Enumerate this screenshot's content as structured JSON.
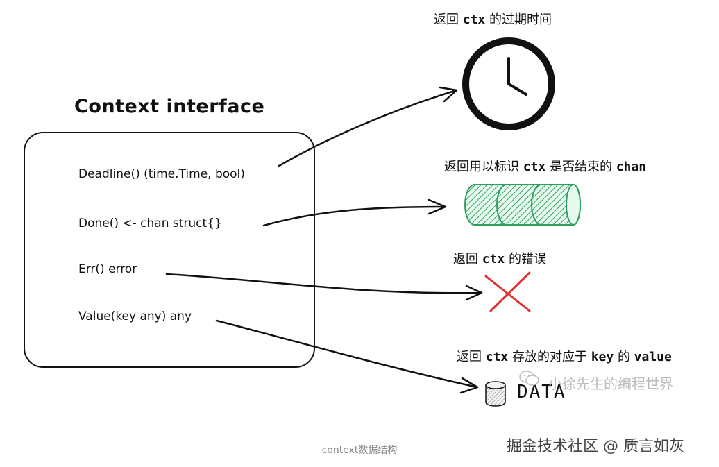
{
  "interface": {
    "title": "Context interface",
    "methods": [
      "Deadline()  (time.Time, bool)",
      "Done() <- chan struct{}",
      "Err() error",
      "Value(key any) any"
    ]
  },
  "returns": [
    {
      "prefix": "返回 ",
      "code": "ctx",
      "suffix": " 的过期时间"
    },
    {
      "prefix": "返回用以标识 ",
      "code": "ctx",
      "suffix": " 是否结束的 ",
      "code2": "chan"
    },
    {
      "prefix": "返回 ",
      "code": "ctx",
      "suffix": " 的错误"
    },
    {
      "prefix": "返回 ",
      "code": "ctx",
      "suffix": " 存放的对应于 ",
      "code2": "key",
      "suffix2": " 的 ",
      "code3": "value"
    }
  ],
  "data_label": "DATA",
  "caption": "context数据结构",
  "watermark": {
    "channel": "小徐先生的编程世界",
    "site": "掘金技术社区 @ 质言如灰"
  },
  "colors": {
    "ink": "#111111",
    "pipe": "#2f9e5f",
    "pipe_fill": "#b2f2c8",
    "cross": "#e03131",
    "db_fill": "#dddddd"
  }
}
